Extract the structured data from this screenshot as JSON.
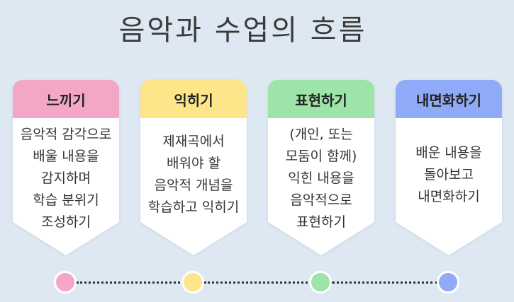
{
  "title": "음악과 수업의 흐름",
  "colors": {
    "background": "#dde8f3",
    "stage1": "#f4a6c6",
    "stage2": "#fde58a",
    "stage3": "#9ee3a8",
    "stage4": "#8fabf7"
  },
  "stages": [
    {
      "label": "느끼기",
      "lines": [
        "음악적 감각으로",
        "배울 내용을",
        "감지하며",
        "학습 분위기",
        "조성하기"
      ]
    },
    {
      "label": "익히기",
      "lines": [
        "제재곡에서",
        "배워야 할",
        "음악적 개념을",
        "학습하고 익히기"
      ]
    },
    {
      "label": "표현하기",
      "lines": [
        "(개인, 또는",
        "모둠이 함께)",
        "익힌 내용을",
        "음악적으로",
        "표현하기"
      ]
    },
    {
      "label": "내면화하기",
      "lines": [
        "배운 내용을",
        "돌아보고",
        "내면화하기"
      ]
    }
  ]
}
